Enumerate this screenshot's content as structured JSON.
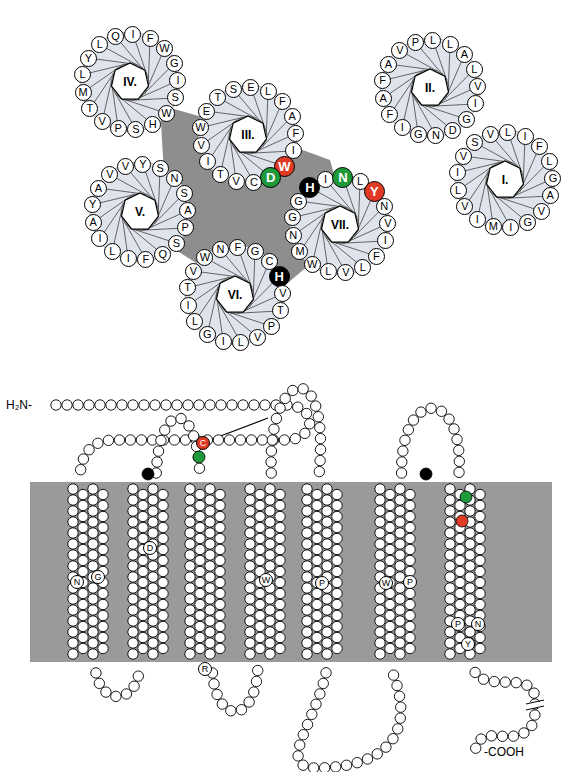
{
  "diagram": {
    "nodes": [
      {
        "text": [
          "IV."
        ]
      },
      {
        "text": [
          "Y"
        ]
      },
      {
        "text": [
          "L"
        ]
      },
      {
        "text": [
          "Q"
        ]
      },
      {
        "text": [
          "I"
        ]
      },
      {
        "text": [
          "F"
        ]
      },
      {
        "text": [
          "W"
        ]
      },
      {
        "text": [
          "G"
        ]
      },
      {
        "text": [
          "I"
        ]
      },
      {
        "text": [
          "S"
        ]
      },
      {
        "text": [
          "W"
        ]
      },
      {
        "text": [
          "H"
        ]
      },
      {
        "text": [
          "S"
        ]
      },
      {
        "text": [
          "P"
        ]
      },
      {
        "text": [
          "V"
        ]
      },
      {
        "text": [
          "T"
        ]
      },
      {
        "text": [
          "M"
        ]
      },
      {
        "text": [
          "L"
        ]
      },
      {
        "text": [
          "III."
        ]
      },
      {
        "text": [
          "E"
        ]
      },
      {
        "text": [
          "T"
        ]
      },
      {
        "text": [
          "S"
        ]
      },
      {
        "text": [
          "E"
        ]
      },
      {
        "text": [
          "L"
        ]
      },
      {
        "text": [
          "F"
        ]
      },
      {
        "text": [
          "A"
        ]
      },
      {
        "text": [
          "F"
        ]
      },
      {
        "text": [
          "I"
        ]
      },
      {
        "text": [
          "W"
        ]
      },
      {
        "text": [
          "D"
        ]
      },
      {
        "text": [
          "C"
        ]
      },
      {
        "text": [
          "V"
        ]
      },
      {
        "text": [
          "T"
        ]
      },
      {
        "text": [
          "I"
        ]
      },
      {
        "text": [
          "V"
        ]
      },
      {
        "text": [
          "W"
        ]
      },
      {
        "text": [
          "II."
        ]
      },
      {
        "text": [
          "A"
        ]
      },
      {
        "text": [
          "V"
        ]
      },
      {
        "text": [
          "P"
        ]
      },
      {
        "text": [
          "L"
        ]
      },
      {
        "text": [
          "L"
        ]
      },
      {
        "text": [
          "A"
        ]
      },
      {
        "text": [
          "L"
        ]
      },
      {
        "text": [
          "V"
        ]
      },
      {
        "text": [
          "I"
        ]
      },
      {
        "text": [
          "G"
        ]
      },
      {
        "text": [
          "D"
        ]
      },
      {
        "text": [
          "N"
        ]
      },
      {
        "text": [
          "G"
        ]
      },
      {
        "text": [
          "I"
        ]
      },
      {
        "text": [
          "F"
        ]
      },
      {
        "text": [
          "A"
        ]
      },
      {
        "text": [
          "F"
        ]
      },
      {
        "text": [
          "I."
        ]
      },
      {
        "text": [
          "V"
        ]
      },
      {
        "text": [
          "S"
        ]
      },
      {
        "text": [
          "V"
        ]
      },
      {
        "text": [
          "L"
        ]
      },
      {
        "text": [
          "I"
        ]
      },
      {
        "text": [
          "F"
        ]
      },
      {
        "text": [
          "L"
        ]
      },
      {
        "text": [
          "G"
        ]
      },
      {
        "text": [
          "A"
        ]
      },
      {
        "text": [
          "V"
        ]
      },
      {
        "text": [
          "G"
        ]
      },
      {
        "text": [
          "I"
        ]
      },
      {
        "text": [
          "M"
        ]
      },
      {
        "text": [
          "I"
        ]
      },
      {
        "text": [
          "V"
        ]
      },
      {
        "text": [
          "L"
        ]
      },
      {
        "text": [
          "I"
        ]
      },
      {
        "text": [
          "V."
        ]
      },
      {
        "text": [
          "A"
        ]
      },
      {
        "text": [
          "V"
        ]
      },
      {
        "text": [
          "V"
        ]
      },
      {
        "text": [
          "Y"
        ]
      },
      {
        "text": [
          "S"
        ]
      },
      {
        "text": [
          "N"
        ]
      },
      {
        "text": [
          "S"
        ]
      },
      {
        "text": [
          "A"
        ]
      },
      {
        "text": [
          "P"
        ]
      },
      {
        "text": [
          "S"
        ]
      },
      {
        "text": [
          "Q"
        ]
      },
      {
        "text": [
          "F"
        ]
      },
      {
        "text": [
          "I"
        ]
      },
      {
        "text": [
          "L"
        ]
      },
      {
        "text": [
          "I"
        ]
      },
      {
        "text": [
          "A"
        ]
      },
      {
        "text": [
          "Y"
        ]
      },
      {
        "text": [
          "VII."
        ]
      },
      {
        "text": [
          "G"
        ]
      },
      {
        "text": [
          "H"
        ]
      },
      {
        "text": [
          "I"
        ]
      },
      {
        "text": [
          "N"
        ]
      },
      {
        "text": [
          "L"
        ]
      },
      {
        "text": [
          "Y"
        ]
      },
      {
        "text": [
          "N"
        ]
      },
      {
        "text": [
          "V"
        ]
      },
      {
        "text": [
          "I"
        ]
      },
      {
        "text": [
          "F"
        ]
      },
      {
        "text": [
          "L"
        ]
      },
      {
        "text": [
          "V"
        ]
      },
      {
        "text": [
          "L"
        ]
      },
      {
        "text": [
          "W"
        ]
      },
      {
        "text": [
          "M"
        ]
      },
      {
        "text": [
          "N"
        ]
      },
      {
        "text": [
          "G"
        ]
      },
      {
        "text": [
          "VI."
        ]
      },
      {
        "text": [
          "V"
        ]
      },
      {
        "text": [
          "W"
        ]
      },
      {
        "text": [
          "N"
        ]
      },
      {
        "text": [
          "F"
        ]
      },
      {
        "text": [
          "G"
        ]
      },
      {
        "text": [
          "C"
        ]
      },
      {
        "text": [
          "H"
        ]
      },
      {
        "text": [
          "V"
        ]
      },
      {
        "text": [
          "T"
        ]
      },
      {
        "text": [
          "P"
        ]
      },
      {
        "text": [
          "V"
        ]
      },
      {
        "text": [
          "L"
        ]
      },
      {
        "text": [
          "I"
        ]
      },
      {
        "text": [
          "G"
        ]
      },
      {
        "text": [
          "L"
        ]
      },
      {
        "text": [
          "I"
        ]
      },
      {
        "text": [
          "T"
        ]
      },
      {
        "text": [
          "N"
        ]
      },
      {
        "text": [
          "G"
        ]
      },
      {
        "text": [
          "D"
        ]
      },
      {
        "text": [
          "C"
        ]
      },
      {
        "text": [
          "R"
        ]
      },
      {
        "text": [
          "W"
        ]
      },
      {
        "text": [
          "P"
        ]
      },
      {
        "text": [
          "W"
        ]
      },
      {
        "text": [
          "P"
        ]
      },
      {
        "text": [
          "P"
        ]
      },
      {
        "text": [
          "N"
        ]
      },
      {
        "text": [
          "Y"
        ]
      }
    ],
    "labels": [
      "H₂N-",
      "-COOH"
    ]
  }
}
